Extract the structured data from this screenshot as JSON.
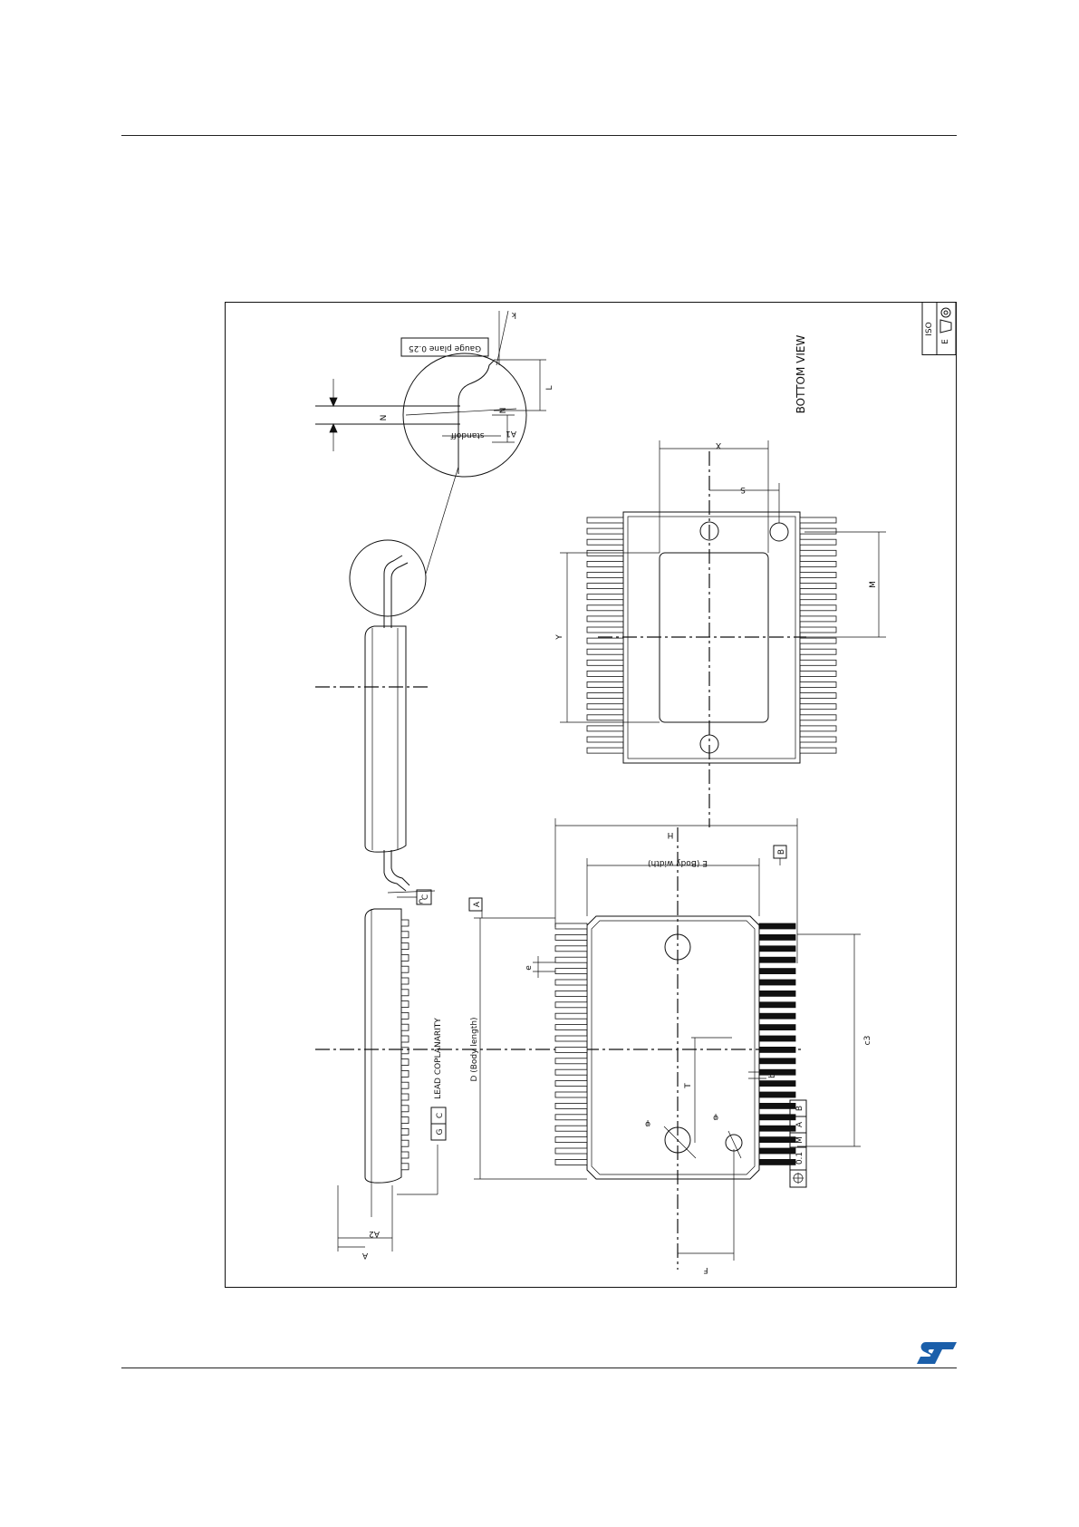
{
  "labels": {
    "gauge_plane": "Gauge plane 0.25",
    "k": "k",
    "L": "L",
    "N_left": "N",
    "N_right": "N",
    "standoff": "standoff",
    "A1": "A1",
    "bottom_view": "BOTTOM VIEW",
    "X": "X",
    "S": "S",
    "Y": "Y",
    "M": "M",
    "c": "c",
    "H": "H",
    "E_body": "E  (Body width)",
    "B_ref": "B",
    "C_ref": "C",
    "A_ref": "A",
    "e": "e",
    "lead_coplanarity": "LEAD COPLANARITY",
    "D_body": "D  (Body length)",
    "c3": "c3",
    "T": "T",
    "b": "b",
    "phi_a": "φ",
    "phi_b": "φ",
    "G": "G",
    "C_cop": "C",
    "A2": "A2",
    "A": "A",
    "F": "F",
    "tol_value": "0.1",
    "tol_M": "M",
    "tol_A": "A",
    "tol_B": "B",
    "iso": "ISO",
    "iso_e": "E"
  },
  "logo_color": "#1b5faa"
}
